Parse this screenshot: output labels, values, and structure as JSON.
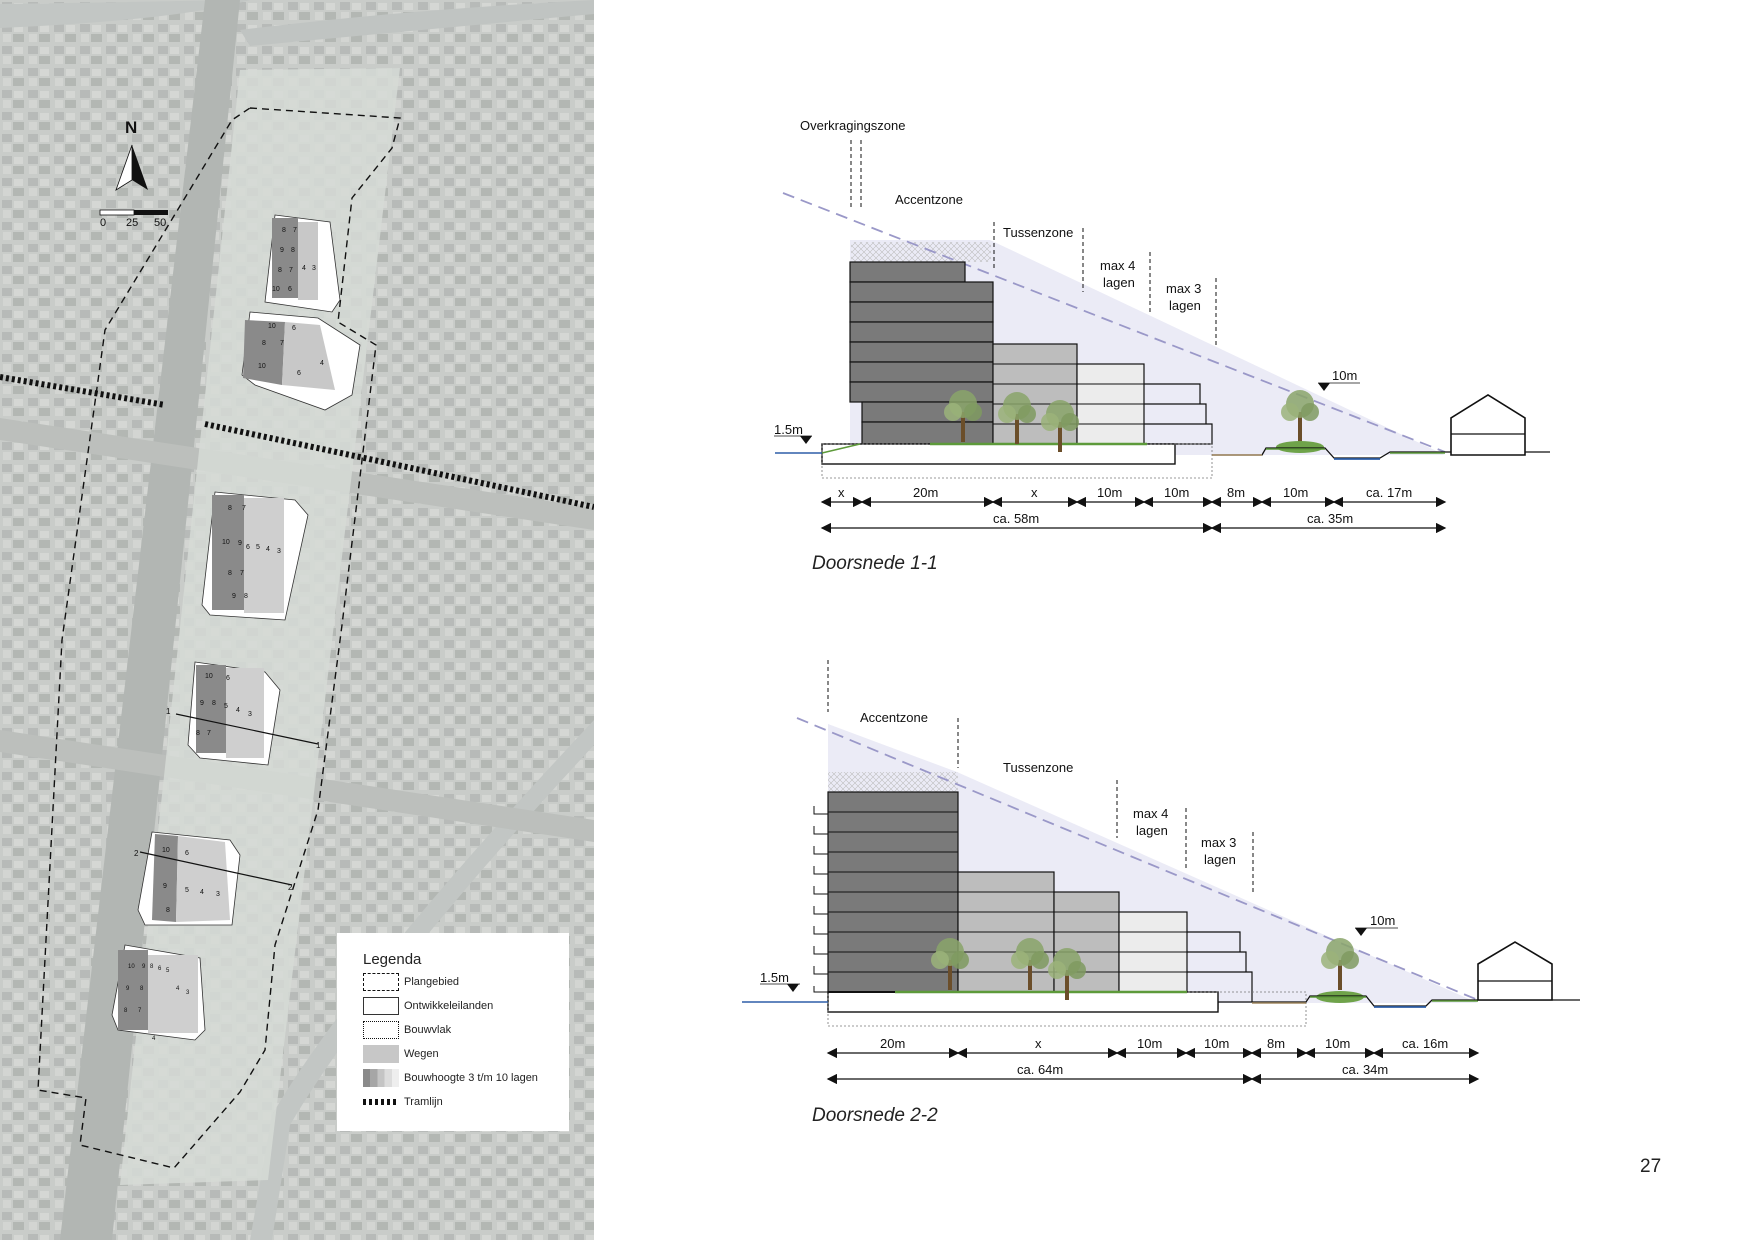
{
  "map": {
    "north_label": "N",
    "scale_labels": [
      "0",
      "25",
      "50"
    ],
    "cross_section_markers": [
      "1",
      "1",
      "2",
      "2"
    ],
    "block_height_labels": {
      "island1": [
        "8",
        "7",
        "9",
        "8",
        "8",
        "7",
        "4",
        "3",
        "10",
        "6"
      ],
      "island2": [
        "10",
        "6",
        "8",
        "7",
        "4",
        "10",
        "6"
      ],
      "island3": [
        "8",
        "7",
        "10",
        "9",
        "6",
        "5",
        "4",
        "3",
        "8",
        "7",
        "9",
        "8"
      ],
      "island4": [
        "10",
        "6",
        "9",
        "8",
        "5",
        "4",
        "3",
        "8",
        "7"
      ],
      "island5": [
        "10",
        "6",
        "9",
        "5",
        "4",
        "3",
        "8"
      ],
      "island6": [
        "10",
        "9",
        "8",
        "6",
        "5",
        "9",
        "8",
        "4",
        "3",
        "8",
        "7",
        "4"
      ]
    }
  },
  "legend": {
    "title": "Legenda",
    "items": [
      {
        "label": "Plangebied"
      },
      {
        "label": "Ontwikkeleilanden"
      },
      {
        "label": "Bouwvlak"
      },
      {
        "label": "Wegen"
      },
      {
        "label": "Bouwhoogte 3 t/m 10 lagen"
      },
      {
        "label": "Tramlijn"
      }
    ]
  },
  "section1": {
    "title": "Doorsnede 1-1",
    "zones": [
      "Overkragingszone",
      "Accentzone",
      "Tussenzone",
      "max 4",
      "lagen",
      "max 3",
      "lagen"
    ],
    "level_left": "1.5m",
    "level_right": "10m",
    "dims_row1": [
      "x",
      "20m",
      "x",
      "10m",
      "10m",
      "8m",
      "10m",
      "ca. 17m"
    ],
    "dims_row2": [
      "ca. 58m",
      "ca. 35m"
    ]
  },
  "section2": {
    "title": "Doorsnede 2-2",
    "zones": [
      "Accentzone",
      "Tussenzone",
      "max 4",
      "lagen",
      "max 3",
      "lagen"
    ],
    "level_left": "1.5m",
    "level_right": "10m",
    "dims_row1": [
      "20m",
      "x",
      "10m",
      "10m",
      "8m",
      "10m",
      "ca. 16m"
    ],
    "dims_row2": [
      "ca. 64m",
      "ca. 34m"
    ]
  },
  "page_number": "27",
  "colors": {
    "dark_block": "#7a7a7a",
    "mid_block": "#bdbdbd",
    "light_block": "#ececec",
    "envelope": "#ebebf6",
    "dash_line": "#9a98c8",
    "green": "#5d9a3a",
    "water": "#2e5fa8"
  }
}
